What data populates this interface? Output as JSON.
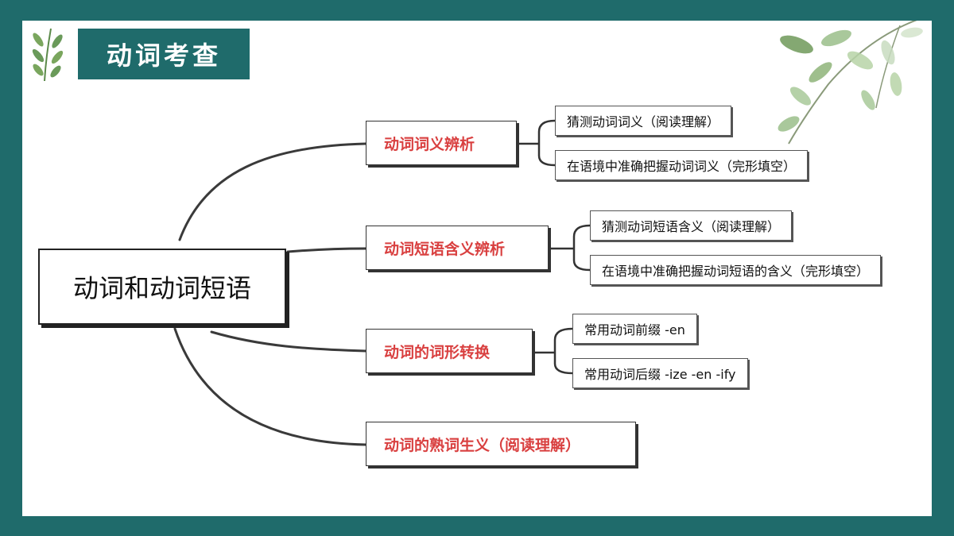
{
  "header": {
    "title": "动词考查"
  },
  "mindmap": {
    "central": "动词和动词短语",
    "branches": [
      {
        "label": "动词词义辨析",
        "children": [
          "猜测动词词义（阅读理解）",
          "在语境中准确把握动词词义（完形填空）"
        ]
      },
      {
        "label": "动词短语含义辨析",
        "children": [
          "猜测动词短语含义（阅读理解）",
          "在语境中准确把握动词短语的含义（完形填空）"
        ]
      },
      {
        "label": "动词的词形转换",
        "children": [
          "常用动词前缀 -en",
          "常用动词后缀 -ize -en -ify"
        ]
      },
      {
        "label": "动词的熟词生义（阅读理解）",
        "children": []
      }
    ]
  },
  "colors": {
    "frame": "#1f6b6b",
    "branch_text": "#d94040",
    "leaf_green": "#6a9a5a"
  },
  "icons": {
    "top_left": "leaf-sprig-icon",
    "top_right": "leaf-branch-icon"
  }
}
